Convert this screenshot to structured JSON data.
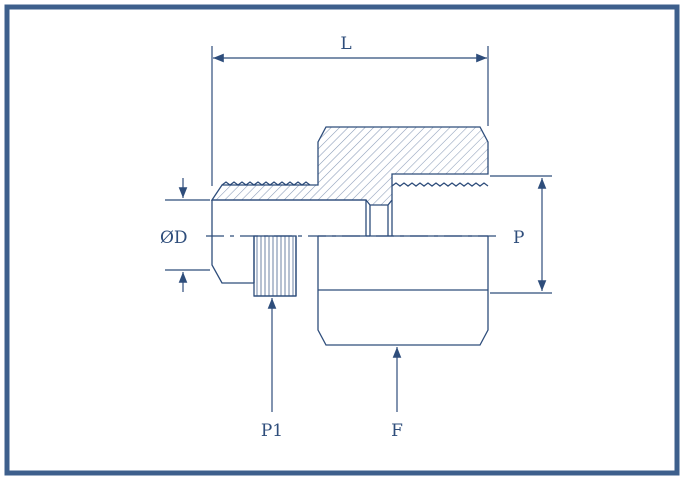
{
  "colors": {
    "frame": "#3d5f8c",
    "line": "#2e4d7b",
    "hatch": "#8a9bb8"
  },
  "labels": {
    "length": "L",
    "diameter": "ØD",
    "port": "P",
    "thread": "P1",
    "hex": "F"
  }
}
